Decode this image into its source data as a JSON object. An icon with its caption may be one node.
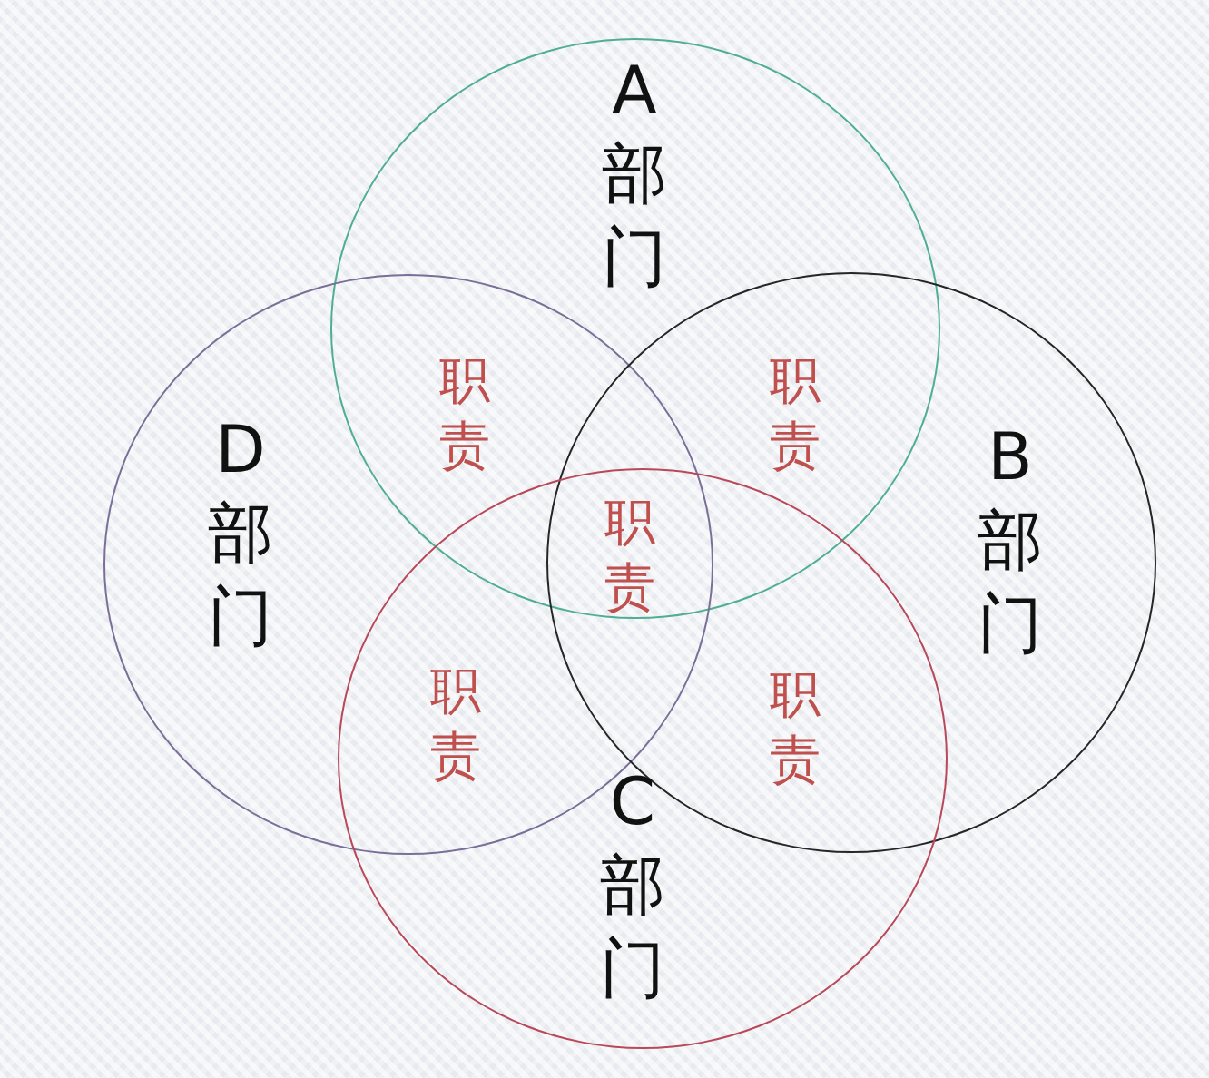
{
  "diagram": {
    "nodes": [
      {
        "text": [
          "A部门"
        ]
      },
      {
        "text": [
          "D部门"
        ]
      },
      {
        "text": [
          "B部门"
        ]
      },
      {
        "text": [
          "C部门"
        ]
      }
    ],
    "labels": [
      "职责",
      "职责",
      "职责",
      "职责",
      "职责"
    ]
  }
}
